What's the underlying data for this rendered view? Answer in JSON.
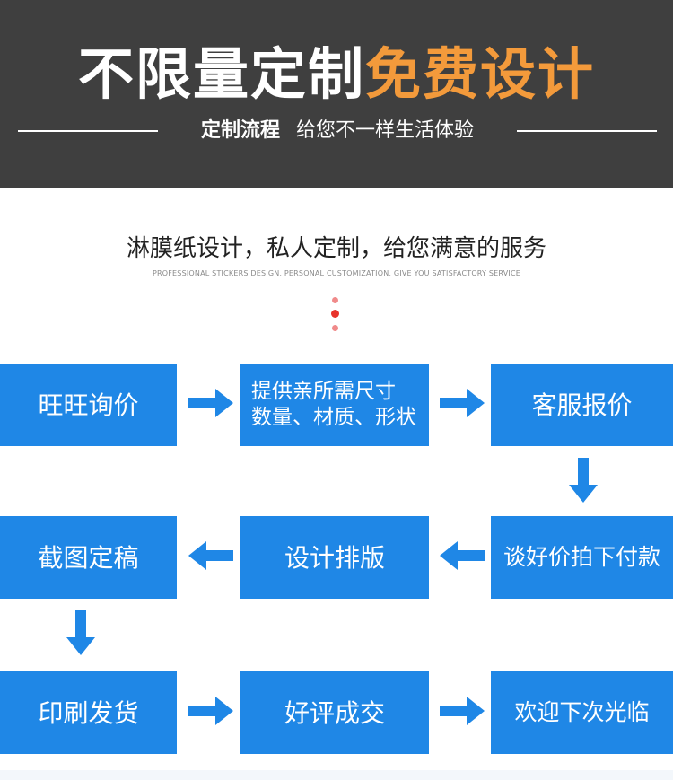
{
  "header": {
    "headline_white": "不限量定制",
    "headline_orange": "免费设计",
    "sub_bold": "定制流程",
    "sub_normal": "给您不一样生活体验"
  },
  "intro": {
    "tagline": "淋膜纸设计，私人定制，给您满意的服务",
    "tagline_en": "PROFESSIONAL STICKERS DESIGN, PERSONAL CUSTOMIZATION, GIVE YOU SATISFACTORY SERVICE"
  },
  "colors": {
    "header_bg": "#3f3f3f",
    "accent_orange": "#f39a3b",
    "step_blue": "#1f87e6",
    "dot_red": "#e8332b",
    "dot_pink": "#f08a8a"
  },
  "steps": [
    {
      "label": "旺旺询价"
    },
    {
      "line1": "提供亲所需尺寸",
      "line2": "数量、材质、形状"
    },
    {
      "label": "客服报价"
    },
    {
      "label": "谈好价拍下付款"
    },
    {
      "label": "设计排版"
    },
    {
      "label": "截图定稿"
    },
    {
      "label": "印刷发货"
    },
    {
      "label": "好评成交"
    },
    {
      "label": "欢迎下次光临"
    }
  ]
}
